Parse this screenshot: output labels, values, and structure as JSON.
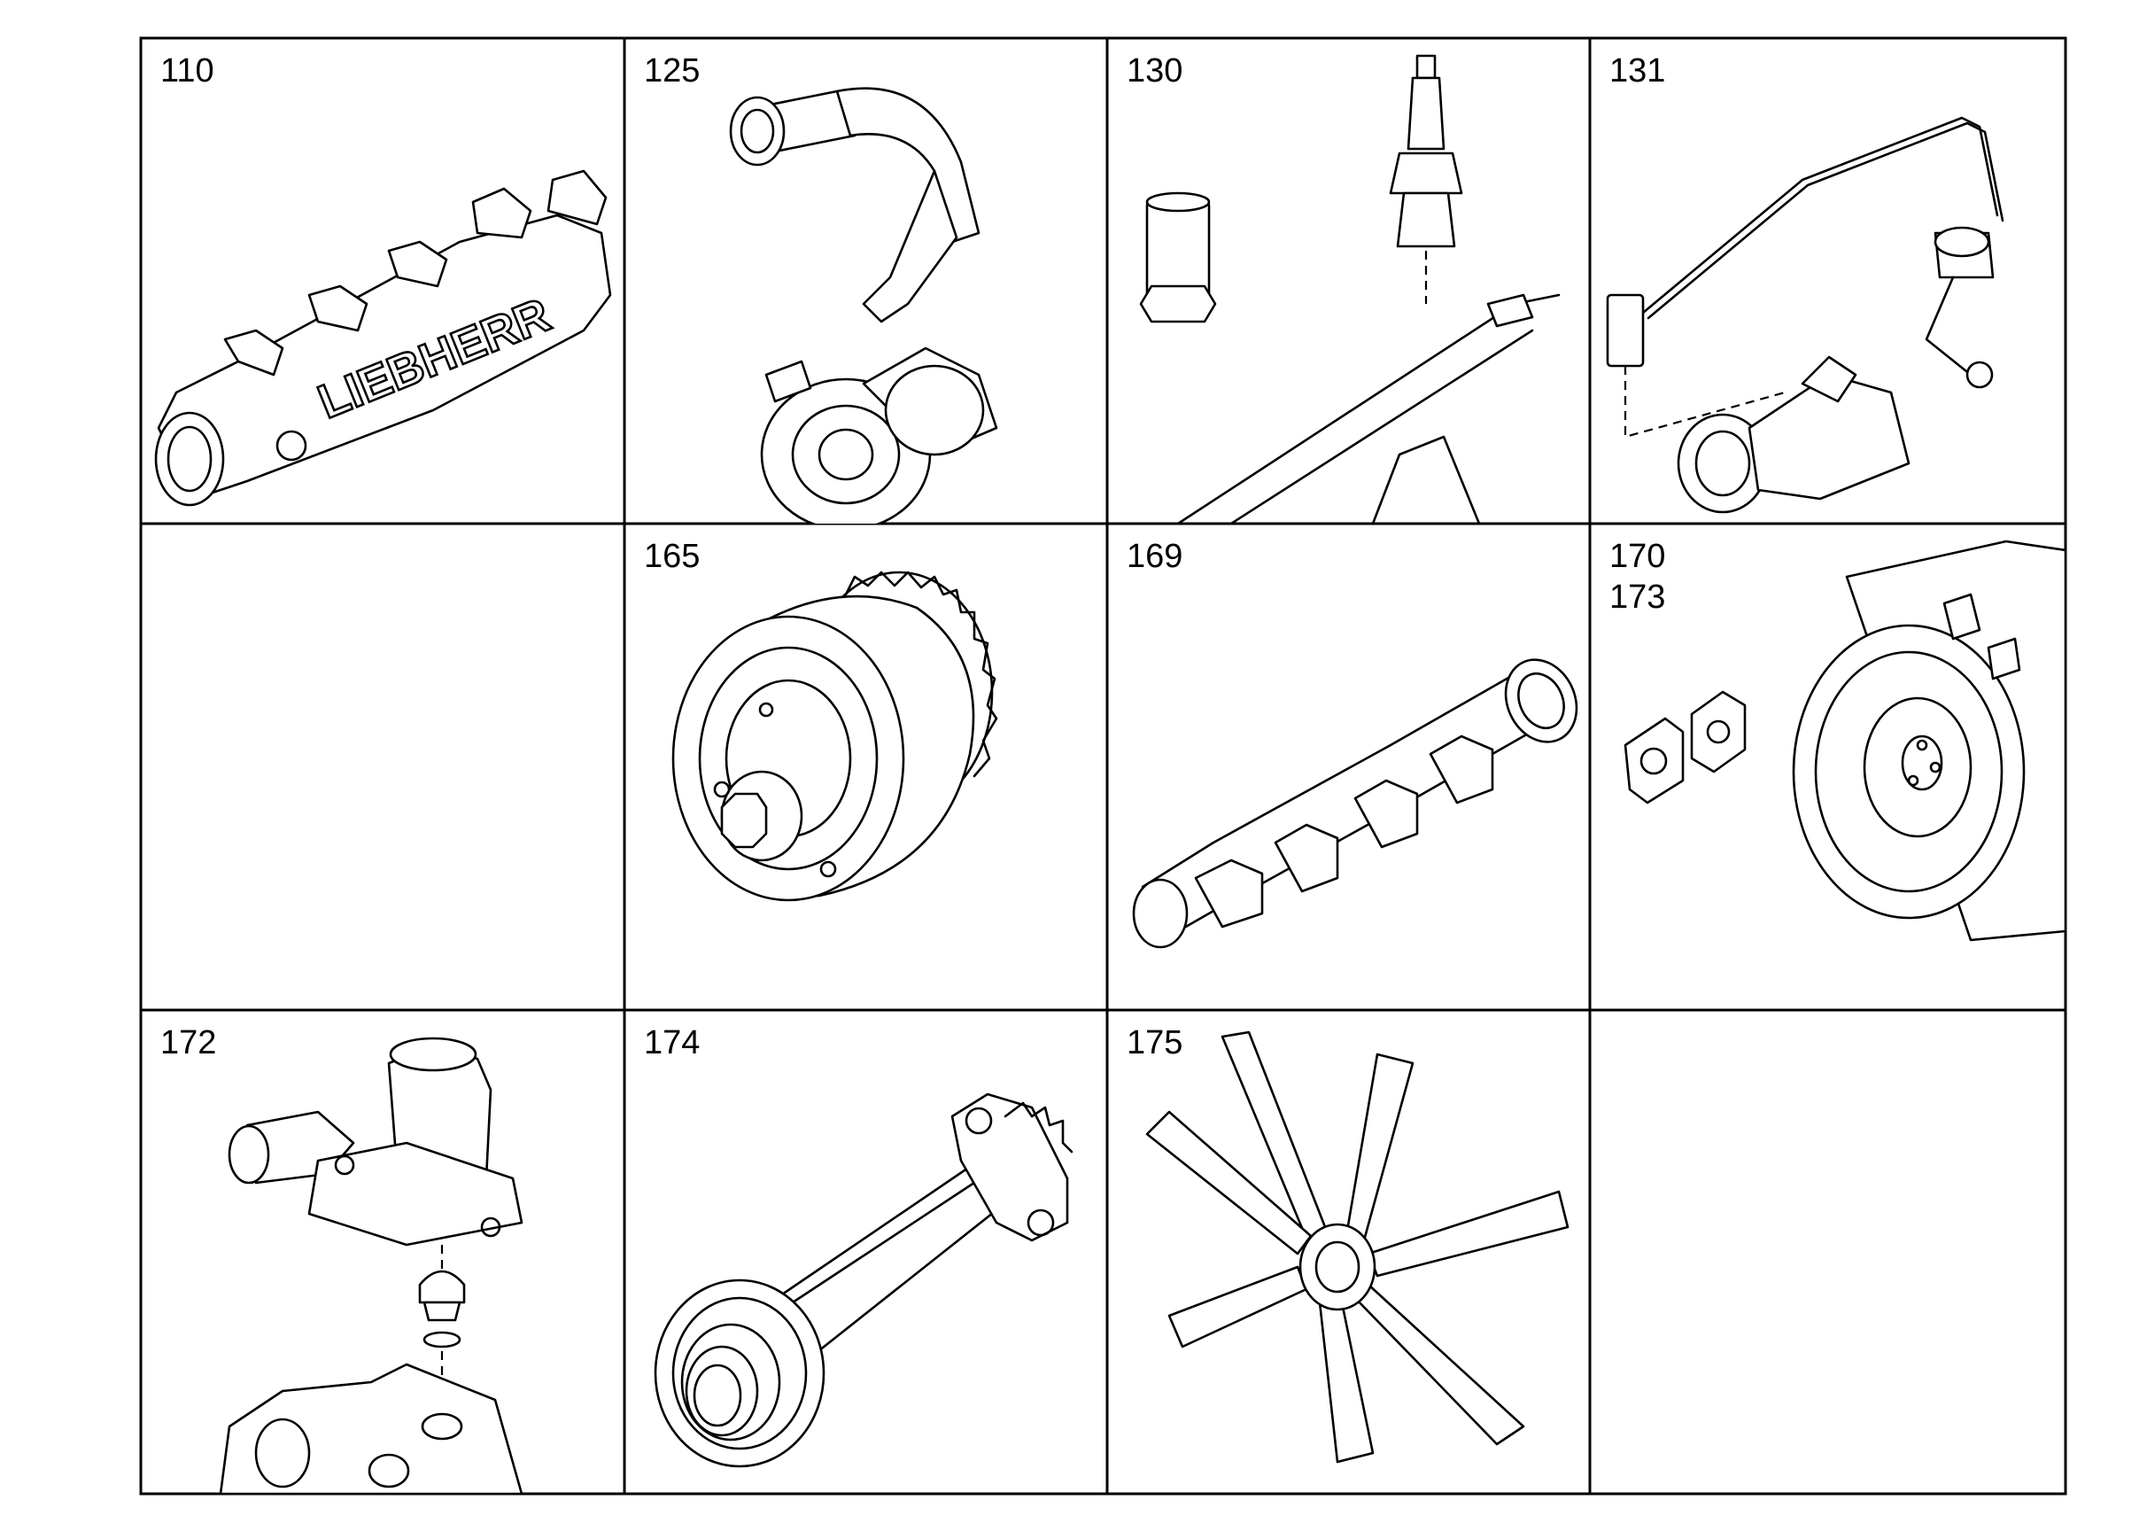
{
  "cells": [
    {
      "label": "110",
      "icon": "intake-manifold-icon",
      "lettering": "LIEBHERR"
    },
    {
      "label": "125",
      "icon": "turbocharger-hose-icon"
    },
    {
      "label": "130",
      "icon": "glow-plug-sensor-icon"
    },
    {
      "label": "131",
      "icon": "heater-line-icon"
    },
    {
      "label": "",
      "icon": ""
    },
    {
      "label": "165",
      "icon": "fan-clutch-icon"
    },
    {
      "label": "169",
      "icon": "exhaust-manifold-icon"
    },
    {
      "label": "170\n173",
      "icon": "flywheel-housing-icon"
    },
    {
      "label": "172",
      "icon": "thermostat-housing-icon"
    },
    {
      "label": "174",
      "icon": "drive-shaft-icon"
    },
    {
      "label": "175",
      "icon": "fan-blade-icon"
    },
    {
      "label": "",
      "icon": ""
    }
  ],
  "colors": {
    "line": "#000000",
    "background": "#ffffff"
  }
}
